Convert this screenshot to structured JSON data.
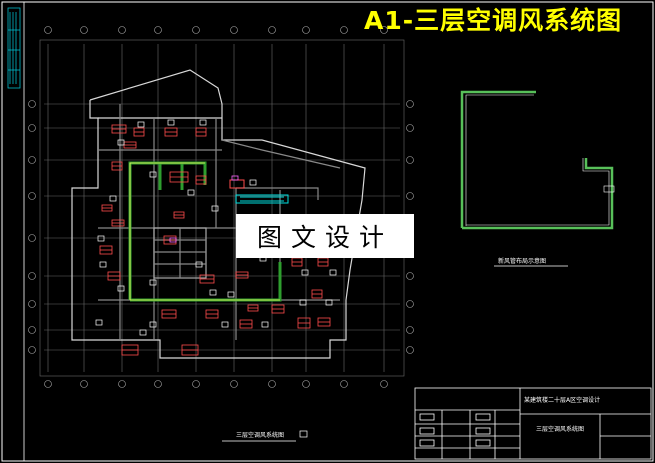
{
  "drawing": {
    "title": "A1-三层空调风系统图",
    "watermark": "图文设计",
    "plan_caption": "三层空调风系统图",
    "detail_caption": "新风管布局示意图",
    "title_block": {
      "project": "某建筑楼二十层A区空调设计",
      "sheet": "三层空调风系统图"
    }
  },
  "colors": {
    "background": "#000000",
    "frame": "#ffffff",
    "grid": "#6a6a6a",
    "title": "#ffff00",
    "duct_main": "#2e9e2e",
    "duct_detail": "#58c05a",
    "equipment": "#ff4d4d",
    "vent": "#00e0e0",
    "left_strip": "#00b8c8"
  }
}
